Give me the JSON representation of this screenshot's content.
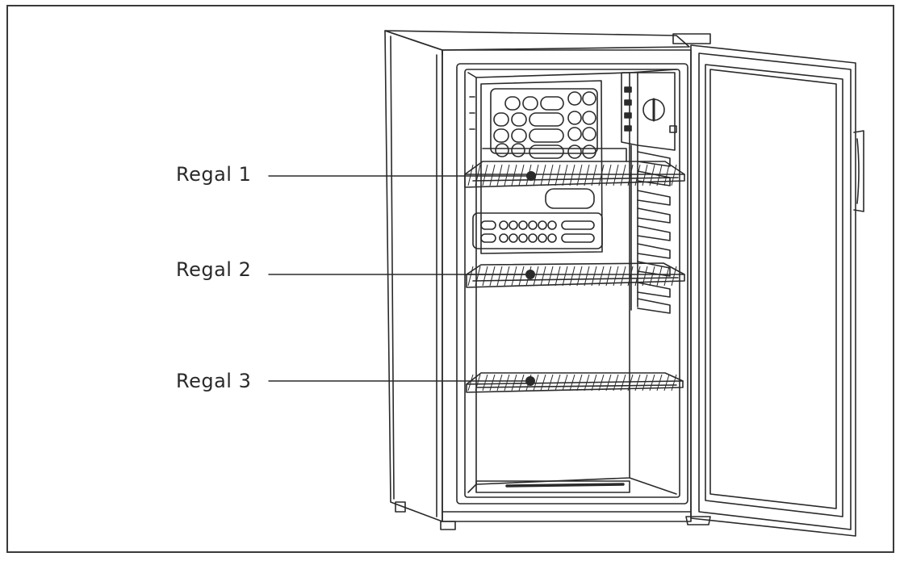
{
  "labels": {
    "shelf1": "Regal 1",
    "shelf2": "Regal 2",
    "shelf3": "Regal 3"
  },
  "colors": {
    "line": "#2a2a2a",
    "frame": "#3a3a3a"
  }
}
